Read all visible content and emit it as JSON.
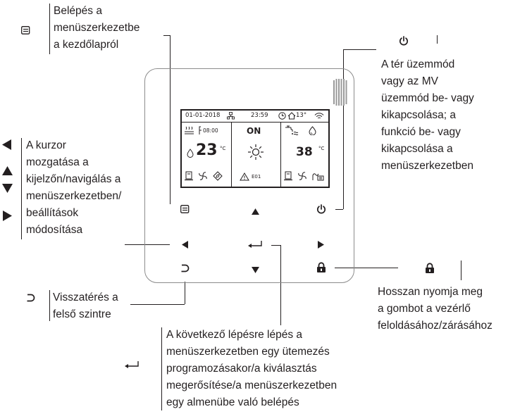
{
  "menu_desc": {
    "lines": [
      "Belépés a",
      "menüszerkezetbe",
      "a kezdőlapról"
    ],
    "icon": "menu-icon"
  },
  "power_desc": {
    "lines": [
      "A tér üzemmód",
      "vagy az MV",
      "üzemmód be- vagy",
      "kikapcsolása; a",
      "funkció be- vagy",
      "kikapcsolása a",
      "menüszerkezetben"
    ],
    "icon": "power-icon"
  },
  "cursor_desc": {
    "lines": [
      "A kurzor",
      "mozgatása a",
      "kijelzőn/navigálás a",
      "menüszerkezetben/",
      "beállítások",
      "módosítása"
    ],
    "icons": [
      "arrow-left-icon",
      "arrow-up-icon",
      "arrow-down-icon",
      "arrow-right-icon"
    ]
  },
  "back_desc": {
    "lines": [
      "Visszatérés a",
      "felső szintre"
    ],
    "icon": "back-icon"
  },
  "lock_desc": {
    "lines": [
      "Hosszan nyomja meg",
      "a gombot a vezérlő",
      "feloldásához/zárásához"
    ],
    "icon": "lock-icon"
  },
  "enter_desc": {
    "lines": [
      "A következő lépésre lépés a",
      "menüszerkezetben egy ütemezés",
      "programozásakor/a kiválasztás",
      "megerősítése/a menüszerkezetben",
      "egy almenübe való belépés"
    ],
    "icon": "enter-icon"
  },
  "display": {
    "date": "01-01-2018",
    "time": "23:59",
    "outdoor_temp": "13°",
    "timer": "08:00",
    "left_temp": "23",
    "left_unit": "°C",
    "status": "ON",
    "right_temp": "38",
    "right_unit": "°C",
    "error_code": "E01"
  },
  "colors": {
    "line": "#231f20",
    "panel_border": "#8c8c8c"
  }
}
